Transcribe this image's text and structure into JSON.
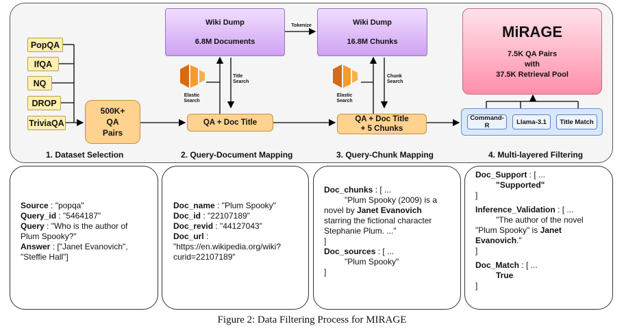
{
  "datasets": [
    "PopQA",
    "IfQA",
    "NQ",
    "DROP",
    "TriviaQA"
  ],
  "qa_pairs": [
    "500K+",
    "QA",
    "Pairs"
  ],
  "wiki_dump_1": {
    "title": "Wiki Dump",
    "count": "6.8M Documents"
  },
  "wiki_dump_2": {
    "title": "Wiki Dump",
    "count": "16.8M Chunks"
  },
  "tokenize_label": "Tokenize",
  "title_search_label": [
    "Title",
    "Search"
  ],
  "chunk_search_label": [
    "Chunk",
    "Search"
  ],
  "elastic_search_label": [
    "Elastic",
    "Search"
  ],
  "qa_doc_title": "QA + Doc Title",
  "qa_doc_chunks": [
    "QA + Doc Title",
    "+ 5 Chunks"
  ],
  "mirage": {
    "title": "MiRAGE",
    "line1": "7.5K QA Pairs",
    "line2": "with",
    "line3": "37.5K Retrieval Pool"
  },
  "filters": [
    "Command-R",
    "Llama-3.1",
    "Title Match"
  ],
  "steps": [
    "1. Dataset Selection",
    "2. Query-Document Mapping",
    "3. Query-Chunk Mapping",
    "4. Multi-layered Filtering"
  ],
  "card1": {
    "source_key": "Source",
    "source_val": " : \"popqa\"",
    "query_id_key": "Query_id",
    "query_id_val": " : \"5464187\"",
    "query_key": "Query",
    "query_val_1": " : \"Who is the author of",
    "query_val_2": "Plum Spooky?\"",
    "answer_key": "Answer",
    "answer_val_1": " : [\"Janet Evanovich\",",
    "answer_val_2": "\"Steffie Hall\"]"
  },
  "card2": {
    "doc_name_key": "Doc_name",
    "doc_name_val": " : \"Plum Spooky\"",
    "doc_id_key": "Doc_id",
    "doc_id_val": " : \"22107189\"",
    "doc_revid_key": "Doc_revid",
    "doc_revid_val": " : \"44127043\"",
    "doc_url_key": "Doc_url",
    "doc_url_val": " :",
    "doc_url_1": "\"https://en.wikipedia.org/wiki?",
    "doc_url_2": "curid=22107189\""
  },
  "card3": {
    "chunks_key": "Doc_chunks",
    "chunks_open": " : [ ...",
    "chunk_1": "\"Plum Spooky (2009) is a",
    "chunk_2": "novel by ",
    "chunk_2_bold": "Janet Evanovich",
    "chunk_3": "starring the fictional character",
    "chunk_4": "Stephanie Plum. ...\"",
    "bracket": "]",
    "sources_key": "Doc_sources",
    "sources_open": " : [ ...",
    "source_val": "\"Plum Spooky\"",
    "bracket2": "]"
  },
  "card4": {
    "support_key": "Doc_Support",
    "support_open": " : [ ...",
    "support_val": "\"Supported\"",
    "bracket1": "]",
    "inference_key": "Inference_Validation",
    "inference_open": " : [ ...",
    "inference_1": "\"The author of the novel",
    "inference_2": "\"Plum Spooky\" is ",
    "inference_2_bold": "Janet",
    "inference_3_bold": "Evanovich",
    "inference_3": ".\"",
    "bracket2": "]",
    "match_key": "Doc_Match",
    "match_open": " : [ ...",
    "match_val": "True",
    "bracket3": "]"
  },
  "caption": "Figure 2: Data Filtering Process for MIRAGE"
}
